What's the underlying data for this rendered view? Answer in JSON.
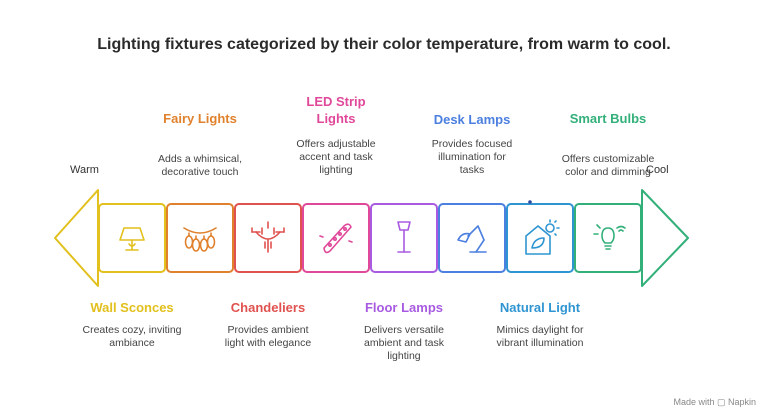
{
  "title": "Lighting fixtures categorized by their color temperature, from warm to cool.",
  "warm_label": "Warm",
  "cool_label": "Cool",
  "fixtures": [
    {
      "heading": "Wall Sconces",
      "desc": "Creates cozy, inviting\nambiance",
      "color": "#e2c01d",
      "icon": "wall-sconce-icon"
    },
    {
      "heading": "Fairy Lights",
      "desc": "Adds a whimsical,\ndecorative touch",
      "color": "#e0812d",
      "icon": "fairy-lights-icon"
    },
    {
      "heading": "Chandeliers",
      "desc": "Provides ambient\nlight with elegance",
      "color": "#e0524f",
      "icon": "chandelier-icon"
    },
    {
      "heading": "LED Strip\nLights",
      "desc": "Offers adjustable\naccent and task\nlighting",
      "color": "#e0489a",
      "icon": "led-strip-icon"
    },
    {
      "heading": "Floor Lamps",
      "desc": "Delivers versatile\nambient and task\nlighting",
      "color": "#a85be0",
      "icon": "floor-lamp-icon"
    },
    {
      "heading": "Desk Lamps",
      "desc": "Provides focused\nillumination for\ntasks",
      "color": "#4b7fe0",
      "icon": "desk-lamp-icon"
    },
    {
      "heading": "Natural Light",
      "desc": "Mimics daylight for\nvibrant illumination",
      "color": "#2f95d2",
      "icon": "natural-light-icon"
    },
    {
      "heading": "Smart Bulbs",
      "desc": "Offers customizable\ncolor and dimming",
      "color": "#33b07a",
      "icon": "smart-bulb-icon"
    }
  ],
  "footer": "Made with ▢ Napkin"
}
